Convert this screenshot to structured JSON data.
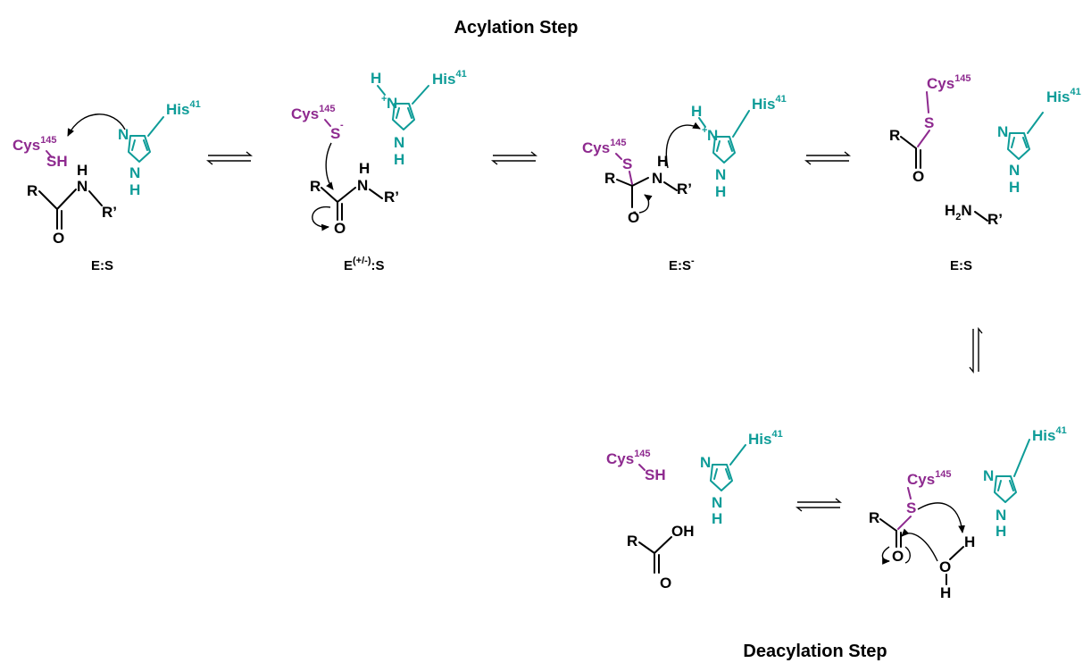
{
  "titles": {
    "acylation": "Acylation Step",
    "deacylation": "Deacylation Step"
  },
  "stage_labels": {
    "es1": "E:S",
    "epm_base": "E",
    "epm_sup": "(+/-)",
    "epm_tail": ":S",
    "esm_base": "E:S",
    "esm_sup": "-",
    "es2": "E:S"
  },
  "residues": {
    "cys": "Cys",
    "cys_num": "145",
    "his": "His",
    "his_num": "41"
  },
  "atoms": {
    "sh": "SH",
    "s": "S",
    "n": "N",
    "h": "H",
    "nh": "NH",
    "o": "O",
    "oh": "OH",
    "r": "R",
    "r_prime": "R’",
    "h2": "H",
    "h2_sub": "2",
    "minus": "-",
    "plus": "+"
  },
  "colors": {
    "cysteine": "#8e2a8f",
    "histidine": "#0e9c98",
    "substrate": "#000000"
  }
}
